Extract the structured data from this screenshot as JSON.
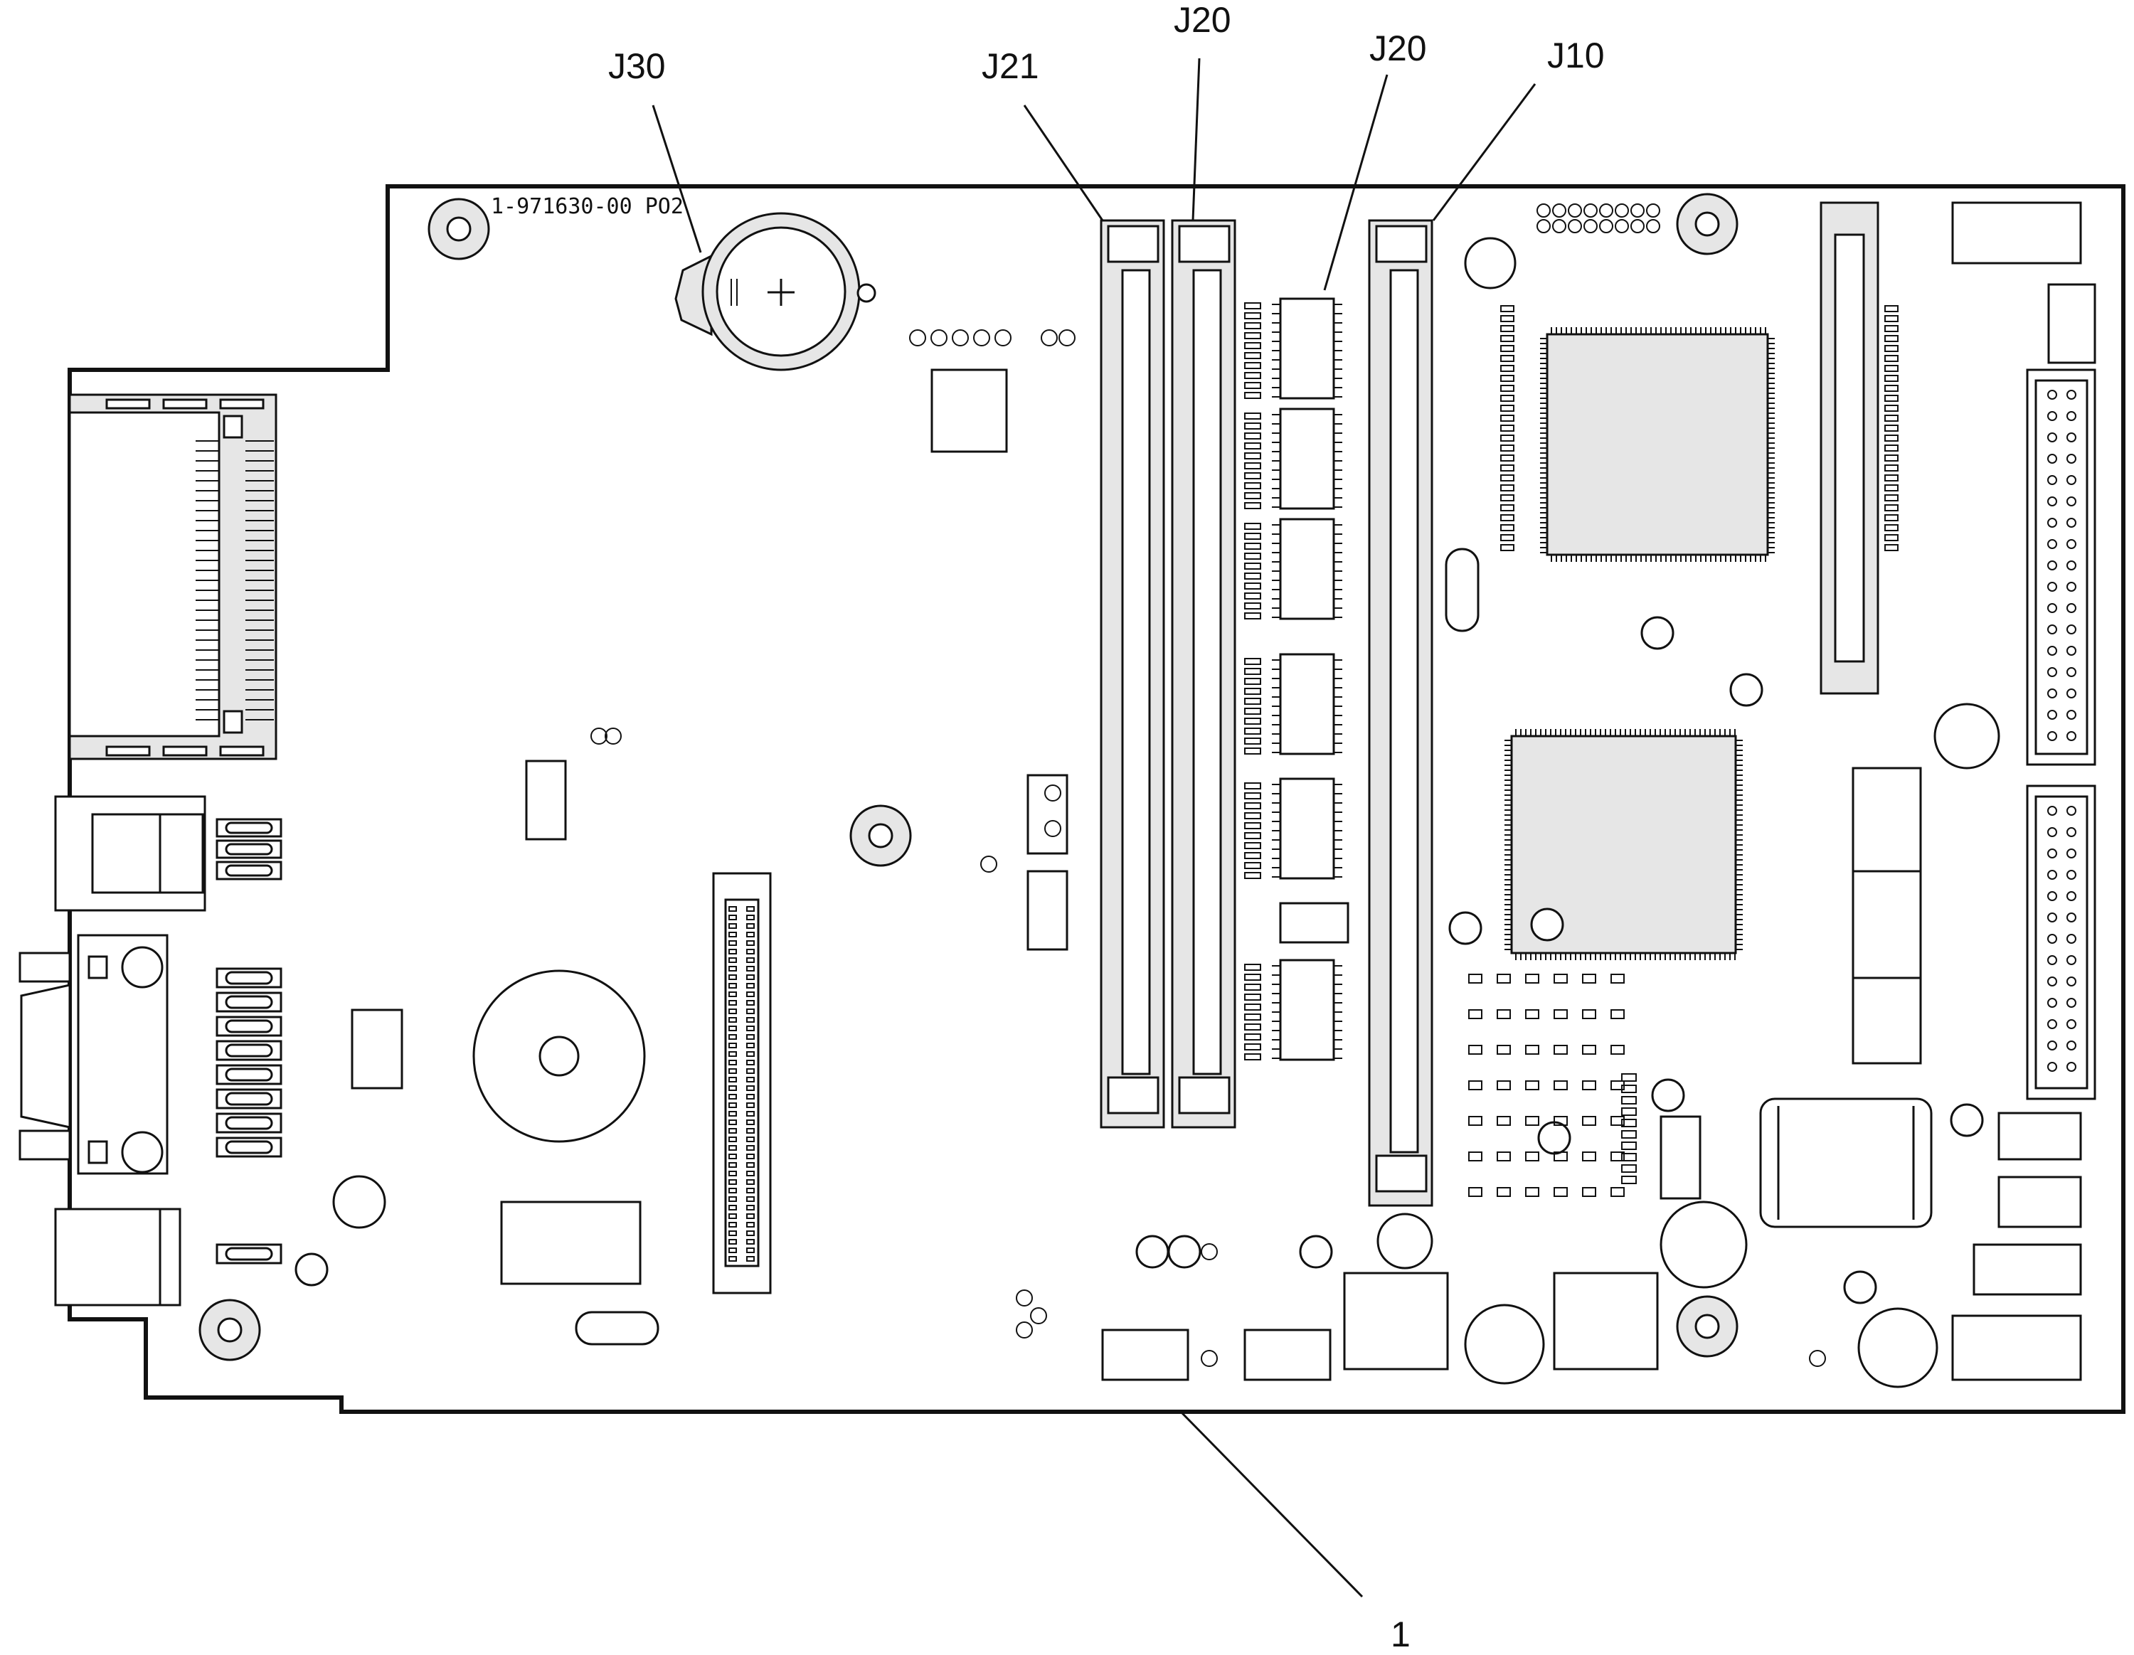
{
  "diagram": {
    "board_marking": "1-971630-00 PO2",
    "callouts": [
      {
        "id": "j30",
        "label": "J30"
      },
      {
        "id": "j21",
        "label": "J21"
      },
      {
        "id": "j20a",
        "label": "J20"
      },
      {
        "id": "j20b",
        "label": "J20"
      },
      {
        "id": "j10",
        "label": "J10"
      },
      {
        "id": "board",
        "label": "1"
      }
    ]
  }
}
